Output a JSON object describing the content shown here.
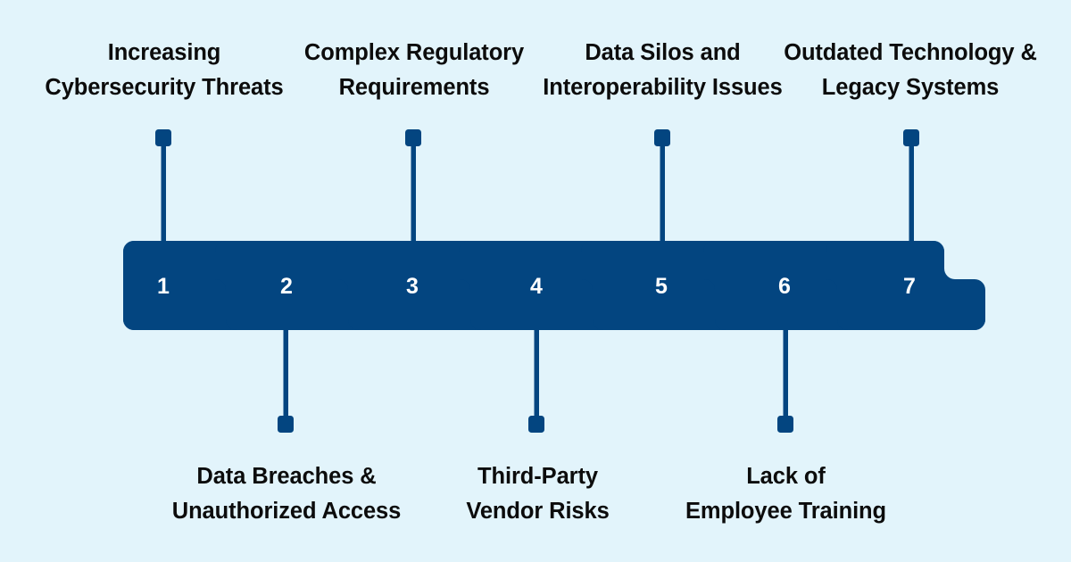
{
  "theme": {
    "background_color": "#e2f4fb",
    "bar_color": "#034580",
    "connector_color": "#034580",
    "number_color": "#ffffff",
    "label_color": "#0c0c0c"
  },
  "diagram": {
    "type": "stepped-timeline",
    "segment_count": 7,
    "segments": [
      {
        "number": "1",
        "label": "Increasing\nCybersecurity Threats",
        "label_position": "top"
      },
      {
        "number": "2",
        "label": "Data Breaches &\nUnauthorized Access",
        "label_position": "bottom"
      },
      {
        "number": "3",
        "label": "Complex Regulatory\nRequirements",
        "label_position": "top"
      },
      {
        "number": "4",
        "label": "Third-Party\nVendor Risks",
        "label_position": "bottom"
      },
      {
        "number": "5",
        "label": "Data Silos and\nInteroperability Issues",
        "label_position": "top"
      },
      {
        "number": "6",
        "label": "Lack of\nEmployee Training",
        "label_position": "bottom"
      },
      {
        "number": "7",
        "label": "Outdated Technology &\nLegacy Systems",
        "label_position": "top"
      }
    ]
  }
}
